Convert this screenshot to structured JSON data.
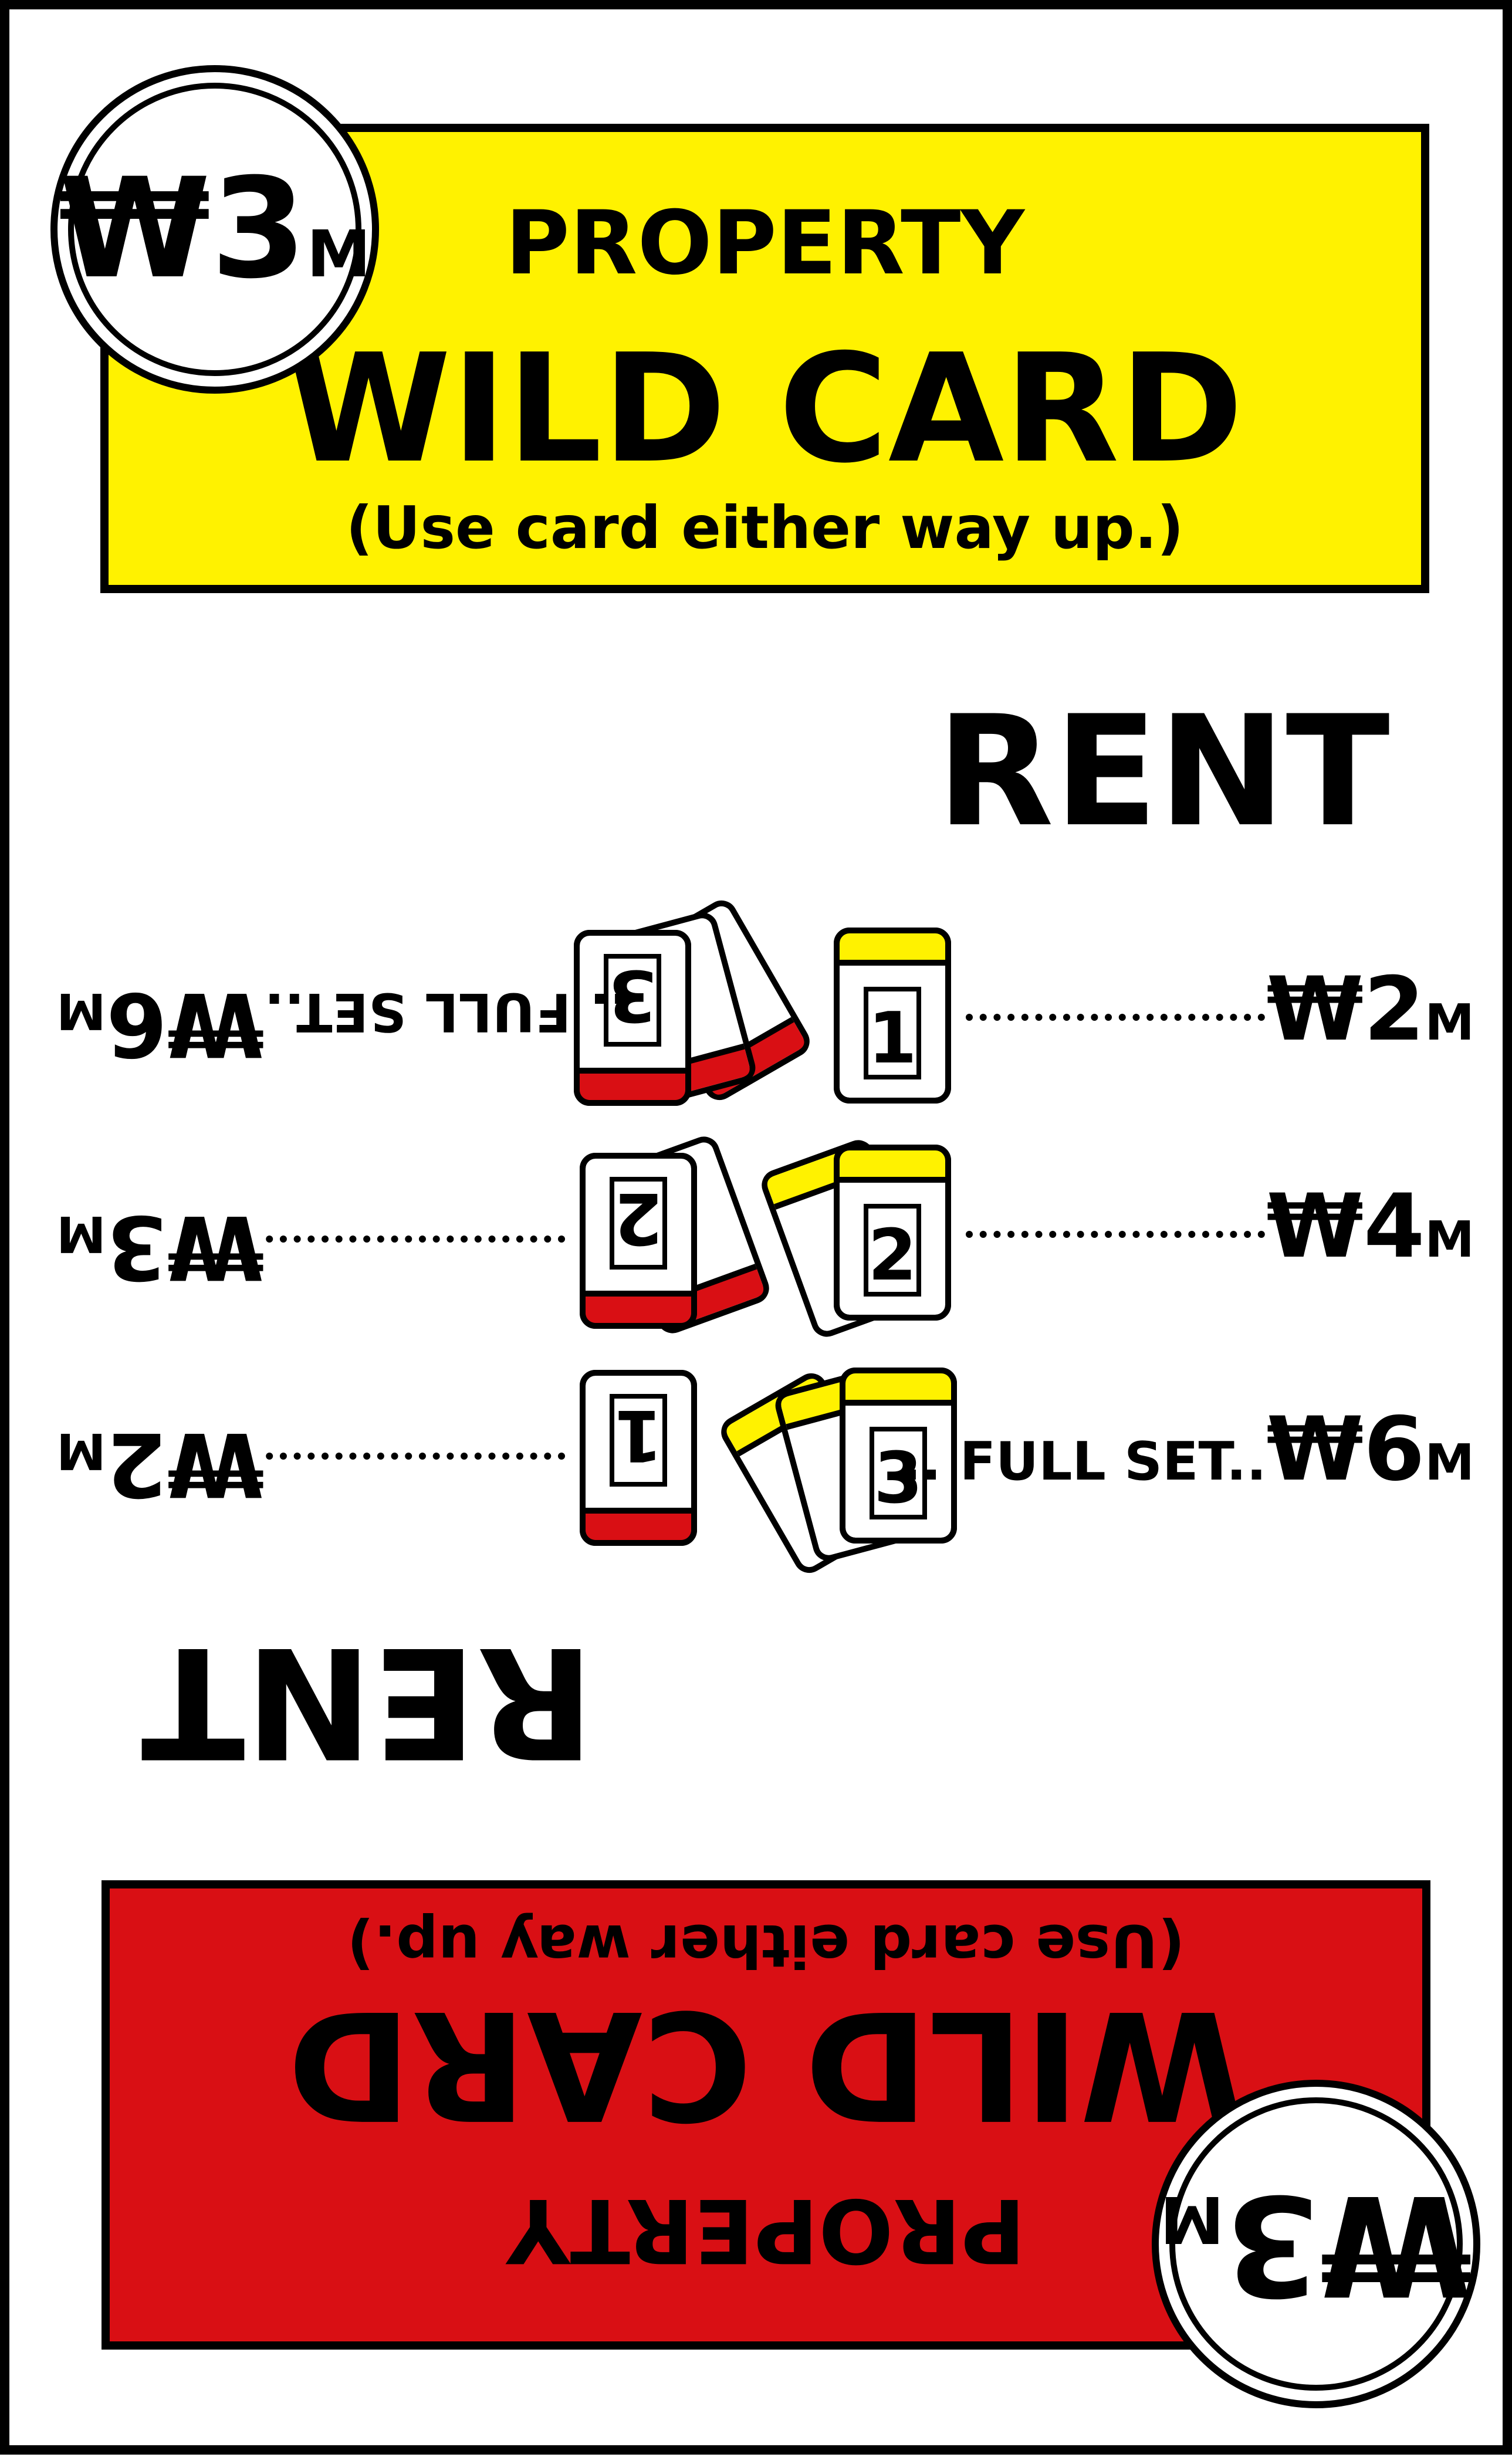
{
  "card": {
    "value": {
      "amount": "₩3",
      "unit": "M"
    },
    "banner": {
      "kicker": "PROPERTY",
      "title": "WILD CARD",
      "subtitle": "(Use card either way up.)"
    },
    "top_half": {
      "color": "#fff200",
      "rent_heading": "RENT",
      "rent": [
        {
          "cards": "1",
          "amount": "₩2",
          "unit": "M",
          "full_set": ""
        },
        {
          "cards": "2",
          "amount": "₩4",
          "unit": "M",
          "full_set": ""
        },
        {
          "cards": "3",
          "amount": "₩6",
          "unit": "M",
          "full_set": ".. FULL SET.."
        }
      ]
    },
    "bottom_half": {
      "color": "#d90f14",
      "rent_heading": "RENT",
      "rent": [
        {
          "cards": "1",
          "amount": "₩2",
          "unit": "M",
          "full_set": ""
        },
        {
          "cards": "2",
          "amount": "₩3",
          "unit": "M",
          "full_set": ""
        },
        {
          "cards": "3",
          "amount": "₩6",
          "unit": "M",
          "full_set": ".. FULL SET.."
        }
      ]
    }
  }
}
